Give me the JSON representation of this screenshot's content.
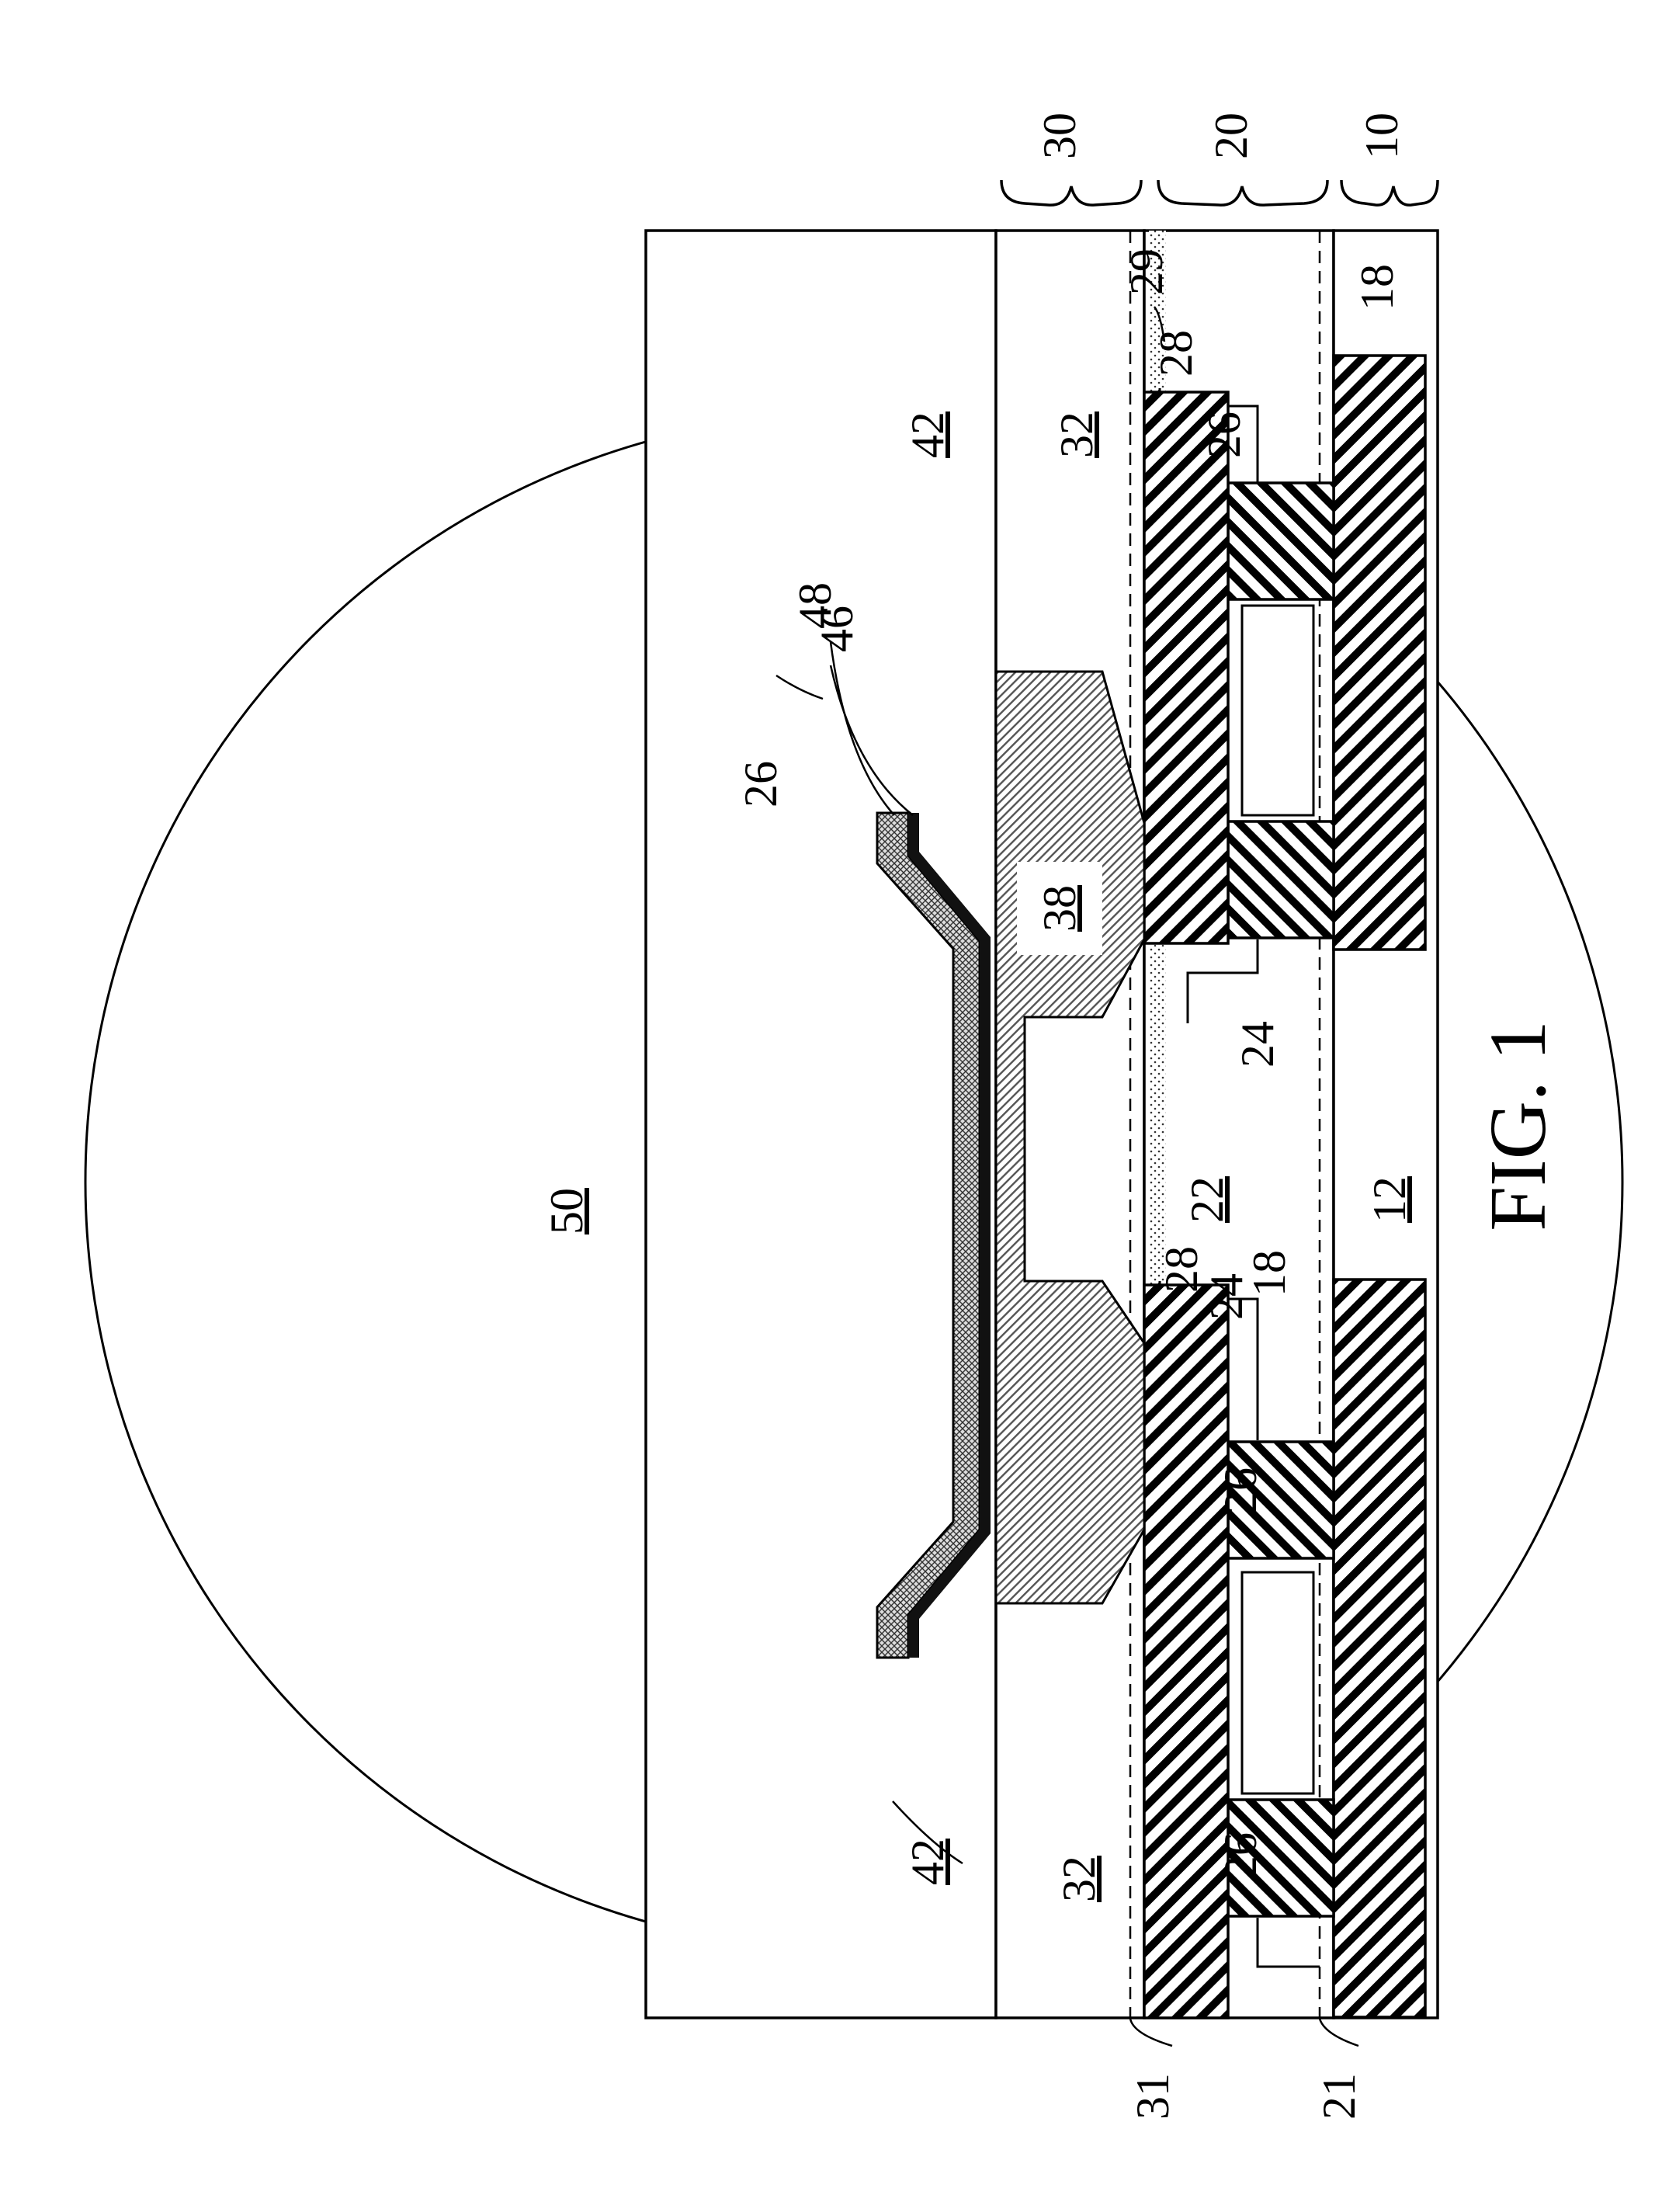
{
  "figure": {
    "caption": "FIG. 1",
    "labels": {
      "r10": "10",
      "r20": "20",
      "r30": "30",
      "r12": "12",
      "r18a": "18",
      "r18b": "18",
      "r21": "21",
      "r22": "22",
      "r24a": "24",
      "r24b": "24",
      "r26a": "26",
      "r26b": "26",
      "r26c": "26",
      "r26d": "26",
      "r28a": "28",
      "r28b": "28",
      "r29": "29",
      "r31": "31",
      "r32a": "32",
      "r32b": "32",
      "r38": "38",
      "r42a": "42",
      "r42b": "42",
      "r46": "46",
      "r48": "48",
      "r50": "50"
    }
  }
}
